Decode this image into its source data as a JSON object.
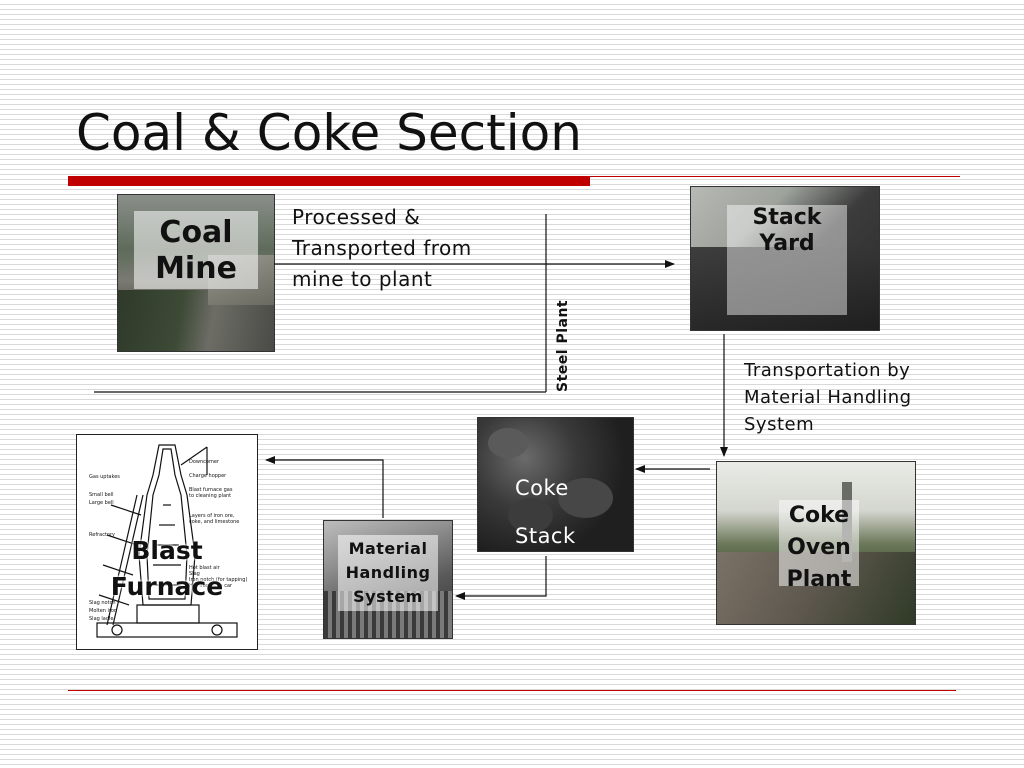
{
  "slide": {
    "title": "Coal & Coke Section",
    "accent_color": "#c00000"
  },
  "nodes": {
    "coal_mine": {
      "label_line1": "Coal",
      "label_line2": "Mine"
    },
    "stack_yard": {
      "label_line1": "Stack",
      "label_line2": "Yard"
    },
    "coke_oven_plant": {
      "label_line1": "Coke",
      "label_line2": "Oven",
      "label_line3": "Plant"
    },
    "coke_stack": {
      "label_line1": "Coke",
      "label_line2": "Stack"
    },
    "material_handling_system": {
      "label_line1": "Material",
      "label_line2": "Handling",
      "label_line3": "System"
    },
    "blast_furnace": {
      "label_line1": "Blast",
      "label_line2": "Furnace",
      "annotations": [
        "Downcomer",
        "Gas uptakes",
        "Charge hopper",
        "Small bell",
        "Large bell",
        "Blast furnace gas",
        "to cleaning plant",
        "Layers of iron ore,",
        "coke, and limestone",
        "Refractory",
        "Slag",
        "Iron notch (for tapping)",
        "Hot blast air",
        "Hot iron ladle car",
        "Slag ladle",
        "Molten iron",
        "Slag notch"
      ]
    }
  },
  "edges": {
    "mine_to_yard": {
      "line1": "Processed &",
      "line2": "Transported from",
      "line3": "mine to plant"
    },
    "boundary": {
      "label": "Steel Plant"
    },
    "yard_to_oven": {
      "line1": "Transportation by",
      "line2": "Material Handling",
      "line3": "System"
    }
  }
}
